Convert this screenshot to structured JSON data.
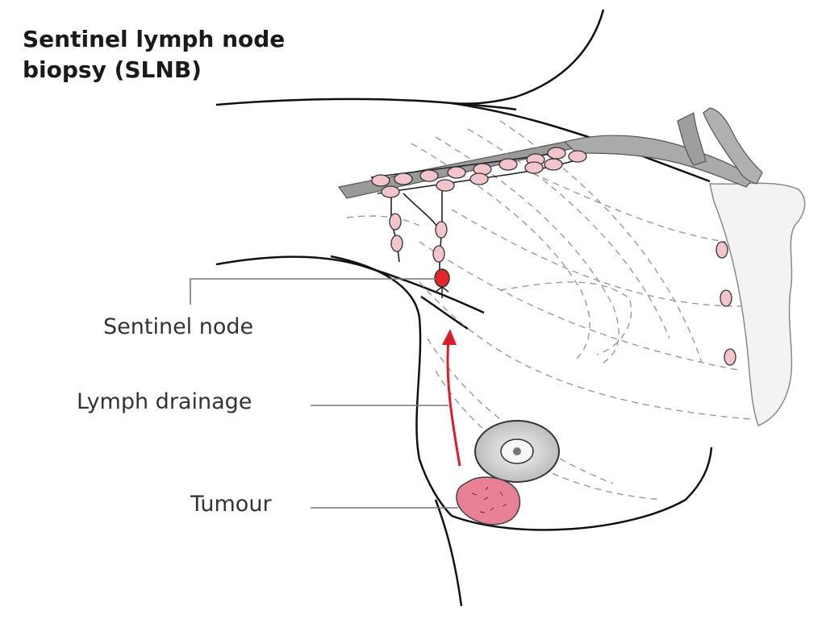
{
  "title": {
    "line1": "Sentinel lymph node",
    "line2": "biopsy (SLNB)"
  },
  "labels": {
    "sentinel_node": "Sentinel node",
    "lymph_drainage": "Lymph drainage",
    "tumour": "Tumour"
  },
  "colors": {
    "sentinel_node": "#e5262b",
    "lymph_nodes": "#f2c4cc",
    "tumour": "#e88096",
    "drainage_arrow": "#d81e2a",
    "vessels": "#999999"
  },
  "icons": {
    "drainage_arrow": "arrow-up-icon"
  }
}
